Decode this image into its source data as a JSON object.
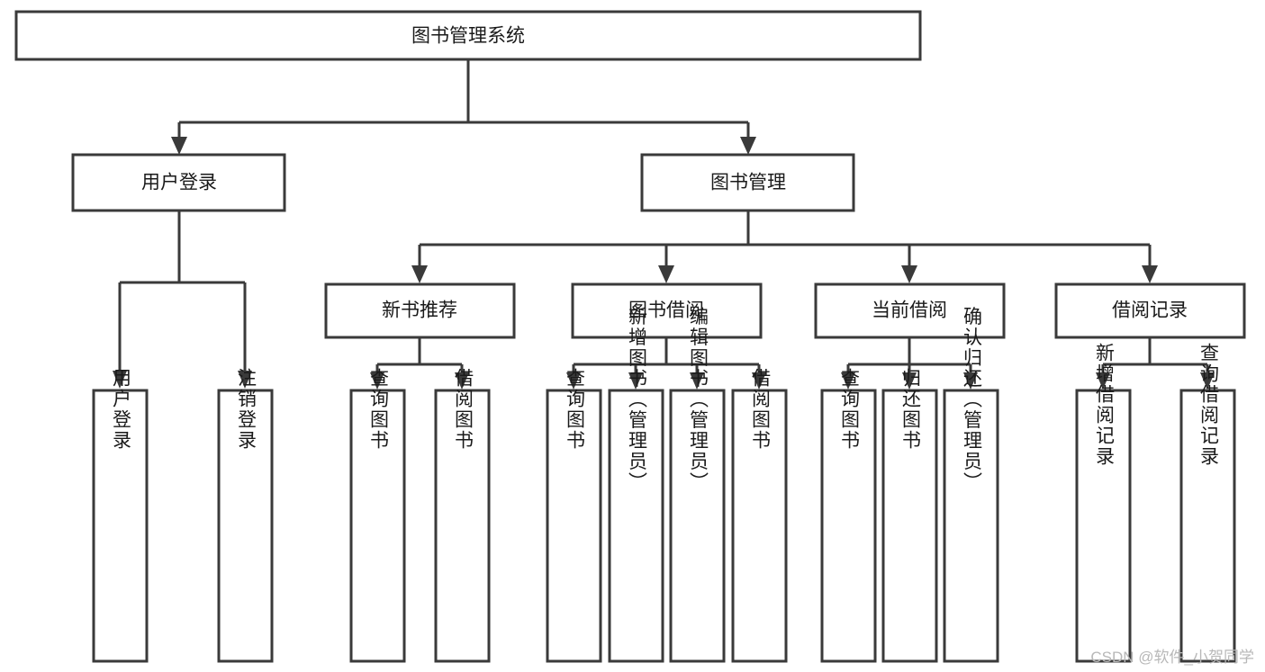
{
  "diagram": {
    "type": "tree",
    "title": "图书管理系统",
    "orientation": "top-down",
    "watermark": "CSDN @软件_小贺同学",
    "colors": {
      "background": "#ffffff",
      "box_fill": "#ffffff",
      "box_stroke": "#3a3a3a",
      "connector": "#3a3a3a",
      "text": "#1a1a1a",
      "watermark": "#b8b8b8"
    },
    "root": {
      "label": "图书管理系统",
      "level": 0
    },
    "level1": [
      {
        "label": "用户登录"
      },
      {
        "label": "图书管理"
      }
    ],
    "level2": [
      {
        "label": "新书推荐",
        "parent": "图书管理"
      },
      {
        "label": "图书借阅",
        "parent": "图书管理"
      },
      {
        "label": "当前借阅",
        "parent": "图书管理"
      },
      {
        "label": "借阅记录",
        "parent": "图书管理"
      }
    ],
    "leaves": {
      "用户登录": [
        {
          "label": "用户登录"
        },
        {
          "label": "注销登录"
        }
      ],
      "新书推荐": [
        {
          "label": "查询图书"
        },
        {
          "label": "借阅图书"
        }
      ],
      "图书借阅": [
        {
          "label": "查询图书"
        },
        {
          "label": "新增图书（管理员）"
        },
        {
          "label": "编辑图书（管理员）"
        },
        {
          "label": "借阅图书"
        }
      ],
      "当前借阅": [
        {
          "label": "查询图书"
        },
        {
          "label": "归还图书"
        },
        {
          "label": "确认归还（管理员）"
        }
      ],
      "借阅记录": [
        {
          "label": "新增借阅记录"
        },
        {
          "label": "查询借阅记录"
        }
      ]
    }
  }
}
